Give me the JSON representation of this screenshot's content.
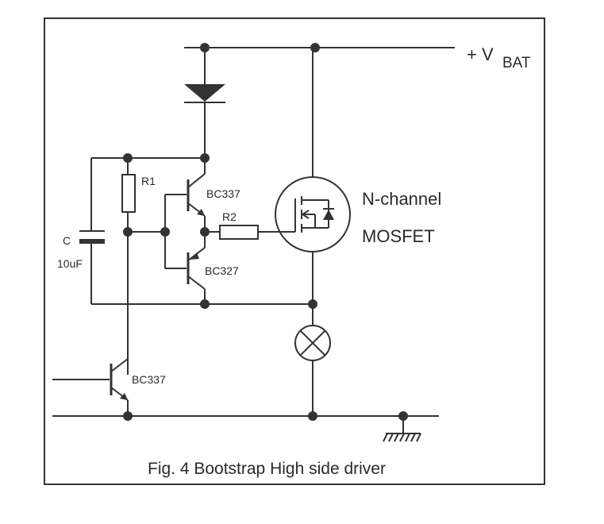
{
  "caption": "Fig. 4  Bootstrap High side driver",
  "supply": {
    "label": "+ V",
    "subscript": "BAT"
  },
  "components": {
    "r1": "R1",
    "r2": "R2",
    "cap_name": "C",
    "cap_value": "10uF",
    "q_upper": "BC337",
    "q_lower": "BC327",
    "q_driver": "BC337",
    "mosfet_line1": "N-channel",
    "mosfet_line2": "MOSFET"
  }
}
